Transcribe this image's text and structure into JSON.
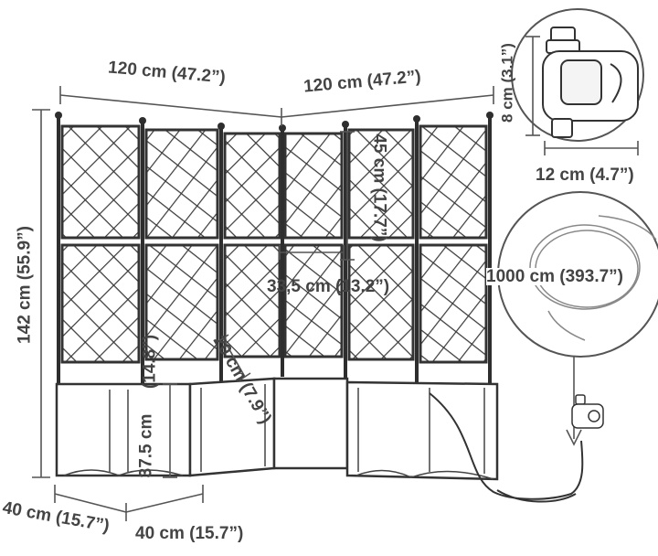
{
  "dimensions": {
    "width_left": "120 cm (47.2”)",
    "width_right": "120 cm (47.2”)",
    "total_height": "142 cm (55.9”)",
    "panel_gap_height": "45 cm (17.7”)",
    "panel_width": "33,5 cm (13.2”)",
    "planter_depth_inner": "20 cm (7.9”)",
    "planter_offset": "(14.8”)",
    "planter_height": "37.5 cm",
    "planter_depth": "40 cm (15.7”)",
    "planter_width": "40 cm (15.7”)"
  },
  "timer_inset": {
    "height": "8 cm (3.1”)",
    "width": "12 cm (4.7”)"
  },
  "hose_inset": {
    "length": "1000 cm (393.7”)"
  },
  "colors": {
    "line": "#555555",
    "text": "#444444",
    "background": "#ffffff"
  }
}
